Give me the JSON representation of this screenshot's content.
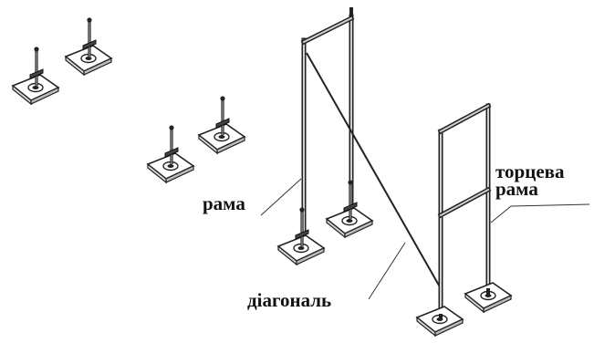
{
  "labels": {
    "frame": "рама",
    "end_frame_line1": "торцева",
    "end_frame_line2": "рама",
    "diagonal": "діагональ"
  }
}
